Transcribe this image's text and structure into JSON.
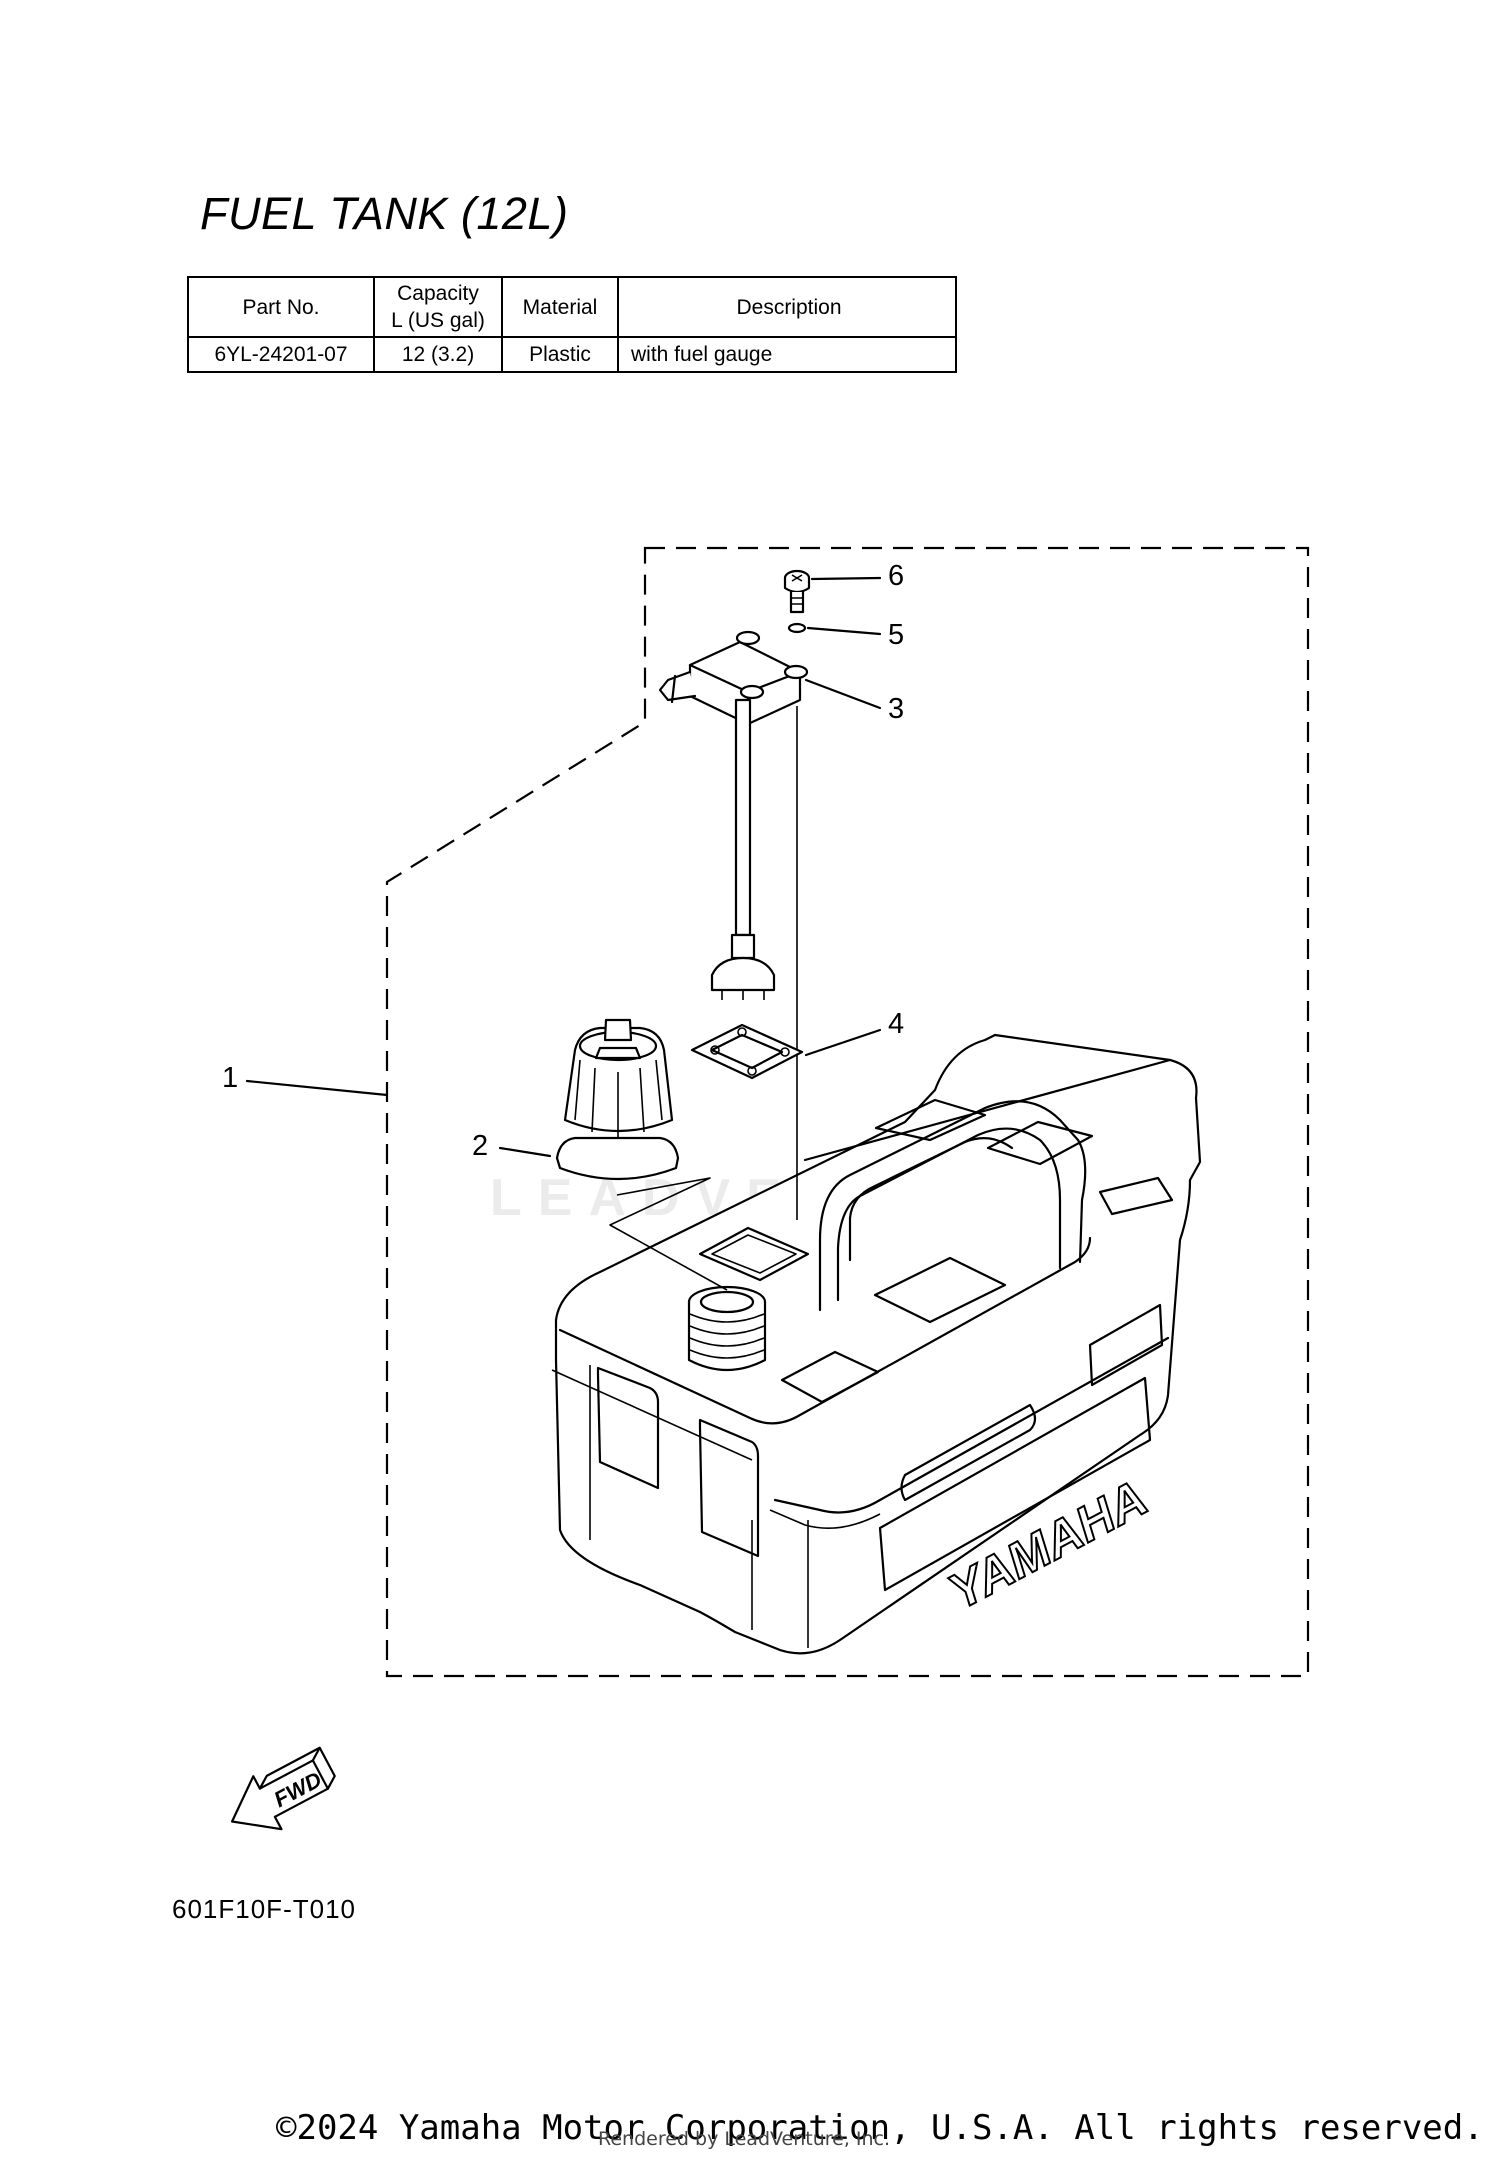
{
  "title": "FUEL TANK (12L)",
  "spec_table": {
    "headers": [
      "Part No.",
      "Capacity\nL (US gal)",
      "Material",
      "Description"
    ],
    "header_capacity_line1": "Capacity",
    "header_capacity_line2": "L (US gal)",
    "rows": [
      [
        "6YL-24201-07",
        "12 (3.2)",
        "Plastic",
        "with fuel gauge"
      ]
    ]
  },
  "callouts": [
    "1",
    "2",
    "3",
    "4",
    "5",
    "6"
  ],
  "tank_brand": "YAMAHA",
  "fwd_label": "FWD",
  "diagram_code": "601F10F-T010",
  "watermark_text": "LEADVENTURE",
  "copyright": "©2024 Yamaha Motor Corporation, U.S.A. All rights reserved.",
  "rendered_by": "Rendered by LeadVenture, Inc."
}
